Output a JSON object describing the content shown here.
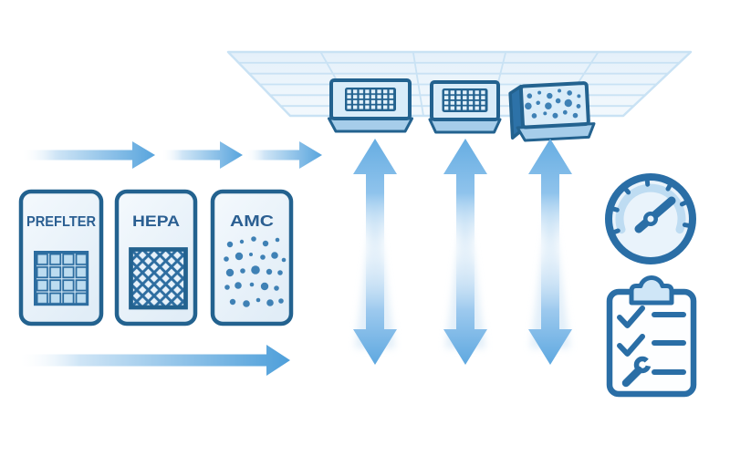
{
  "diagram": {
    "title": "",
    "filter_cards": [
      {
        "label": "PREFLTER",
        "pattern": "square-grid"
      },
      {
        "label": "HEPA",
        "pattern": "crosshatch"
      },
      {
        "label": "AMC",
        "pattern": "dots"
      }
    ],
    "ceiling_units": [
      {
        "type": "perforated-ffu"
      },
      {
        "type": "perforated-ffu"
      },
      {
        "type": "amc-dot-unit"
      }
    ],
    "arrows": {
      "top_supply_count": 3,
      "bottom_return_count": 1,
      "vertical_airflow_count": 3
    }
  },
  "icons": {
    "gauge": "pressure-gauge-icon",
    "checklist": "clipboard-checklist-icon",
    "checklist_rows": [
      "check",
      "check",
      "wrench"
    ],
    "ceiling": "cleanroom-ceiling-grid",
    "airflow": "vertical-airflow-arrow",
    "flow": "horizontal-flow-arrow"
  },
  "colors": {
    "outline": "#23628f",
    "outlineMid": "#2a6ea6",
    "label": "#2b5f92",
    "midBlue": "#3f81b5",
    "cardFill": "#eff6fb",
    "cellFill": "#bcdcf0",
    "unitFill": "#d9ecf9",
    "lipFill": "#a6cdea",
    "arrowStrong": "#57a4dd",
    "vArrow": "#66ade2",
    "ceilLine": "#c9e2f4",
    "ceilFill": "#e9f3fc",
    "clipFill": "#cfe6f7",
    "gaugeFace": "#e9f3fb",
    "gaugeArc": "#bedcf2"
  }
}
